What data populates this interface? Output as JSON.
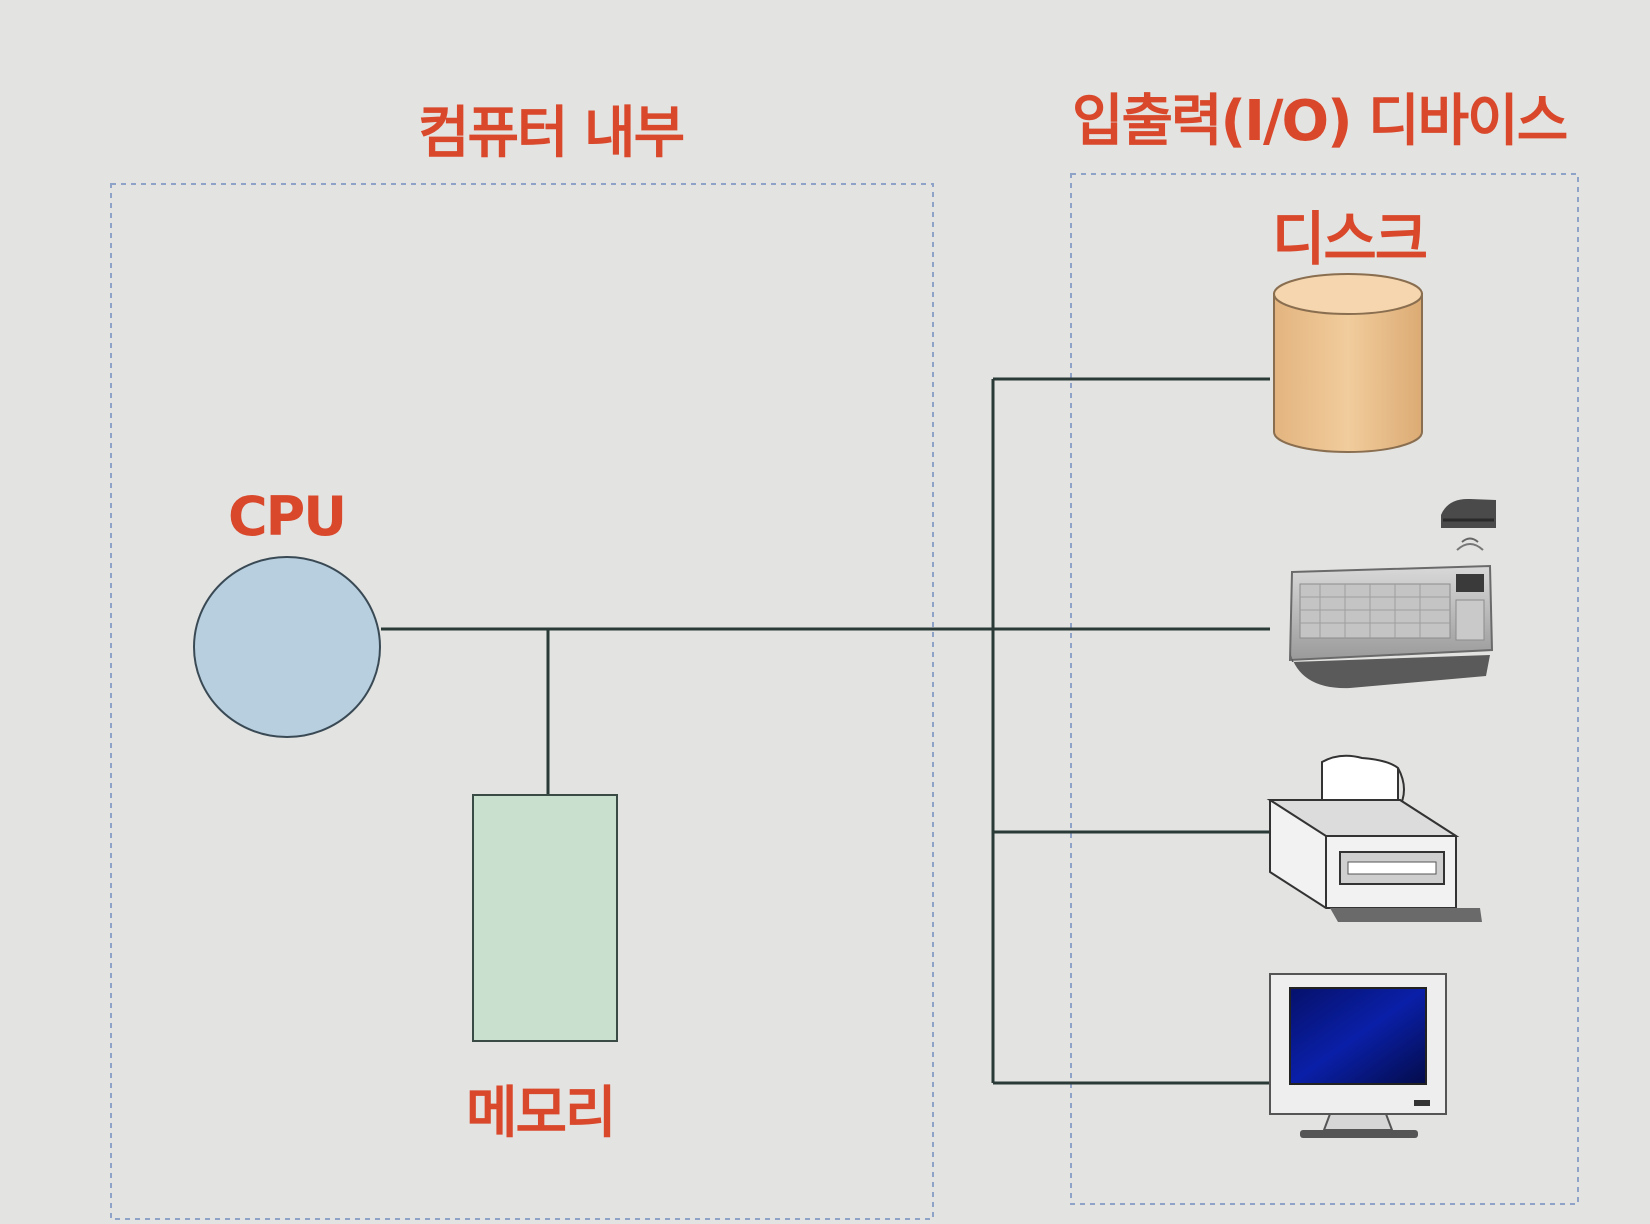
{
  "labels": {
    "computer_inside": "컴퓨터 내부",
    "io_devices": "입출력(I/O) 디바이스",
    "disk": "디스크",
    "cpu": "CPU",
    "memory": "메모리"
  },
  "colors": {
    "background": "#e3e3e1",
    "label_text": "#d9482b",
    "cpu_fill": "#b8cfe0",
    "memory_fill": "#c9e0cf",
    "disk_fill": "#e8bf8d",
    "connector_line": "#2a3a36",
    "dashed_border": "#8fa3c9"
  },
  "icons": [
    "disk-cylinder-icon",
    "wireless-keyboard-mouse-icon",
    "printer-icon",
    "monitor-icon"
  ]
}
